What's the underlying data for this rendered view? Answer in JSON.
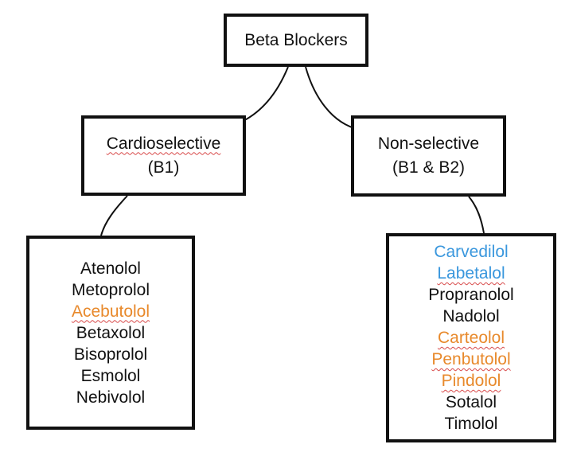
{
  "colors": {
    "black": "#111111",
    "orange": "#e8892b",
    "blue": "#3a97dd",
    "spellcheck_underline": "#d84a4a"
  },
  "root": {
    "label": "Beta Blockers"
  },
  "categories": [
    {
      "id": "cardioselective",
      "lines": [
        "Cardioselective",
        "(B1)"
      ],
      "drugs": [
        {
          "name": "Atenolol",
          "color": "#111111",
          "spellcheck": false
        },
        {
          "name": "Metoprolol",
          "color": "#111111",
          "spellcheck": false
        },
        {
          "name": "Acebutolol",
          "color": "#e8892b",
          "spellcheck": true
        },
        {
          "name": "Betaxolol",
          "color": "#111111",
          "spellcheck": false
        },
        {
          "name": "Bisoprolol",
          "color": "#111111",
          "spellcheck": false
        },
        {
          "name": "Esmolol",
          "color": "#111111",
          "spellcheck": false
        },
        {
          "name": "Nebivolol",
          "color": "#111111",
          "spellcheck": false
        }
      ]
    },
    {
      "id": "non-selective",
      "lines": [
        "Non-selective",
        "(B1 & B2)"
      ],
      "drugs": [
        {
          "name": "Carvedilol",
          "color": "#3a97dd",
          "spellcheck": false
        },
        {
          "name": "Labetalol",
          "color": "#3a97dd",
          "spellcheck": true
        },
        {
          "name": "Propranolol",
          "color": "#111111",
          "spellcheck": false
        },
        {
          "name": "Nadolol",
          "color": "#111111",
          "spellcheck": false
        },
        {
          "name": "Carteolol",
          "color": "#e8892b",
          "spellcheck": true
        },
        {
          "name": "Penbutolol",
          "color": "#e8892b",
          "spellcheck": true
        },
        {
          "name": "Pindolol",
          "color": "#e8892b",
          "spellcheck": true
        },
        {
          "name": "Sotalol",
          "color": "#111111",
          "spellcheck": false
        },
        {
          "name": "Timolol",
          "color": "#111111",
          "spellcheck": false
        }
      ]
    }
  ]
}
